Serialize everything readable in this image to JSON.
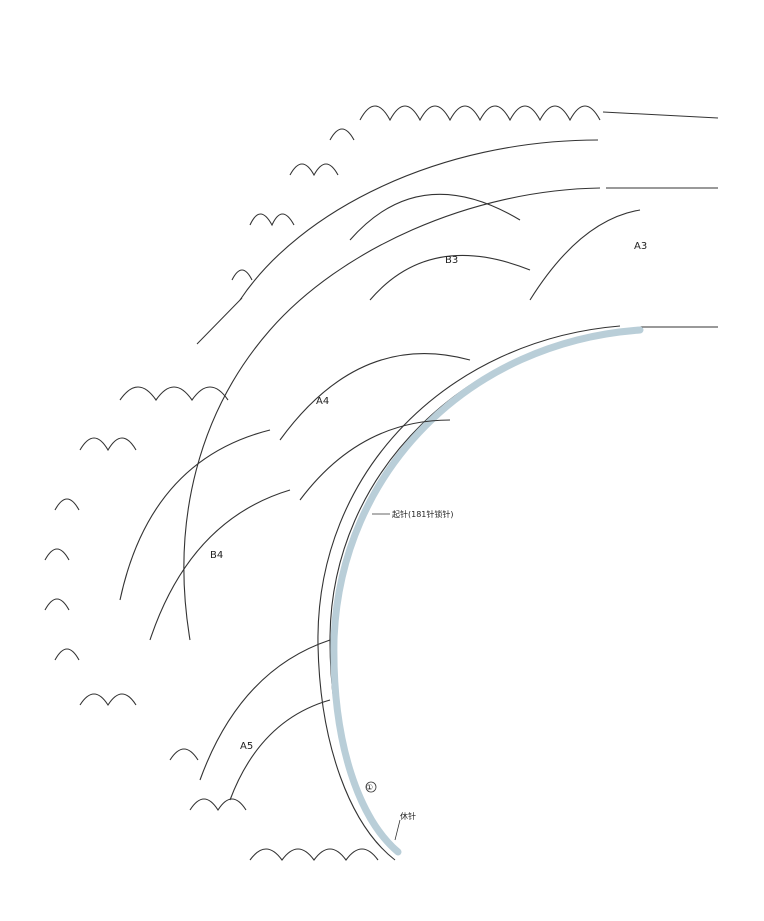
{
  "labels": {
    "motif_a3": "A3",
    "motif_b3": "B3",
    "motif_a4": "A4",
    "motif_b4": "B4",
    "motif_a5": "A5",
    "foundation_note": "起针(181针锁针)",
    "end_note": "休针",
    "start_marker": "①"
  },
  "colors": {
    "line": "#333333",
    "edge_band": "#b9ced8",
    "background": "#ffffff"
  }
}
